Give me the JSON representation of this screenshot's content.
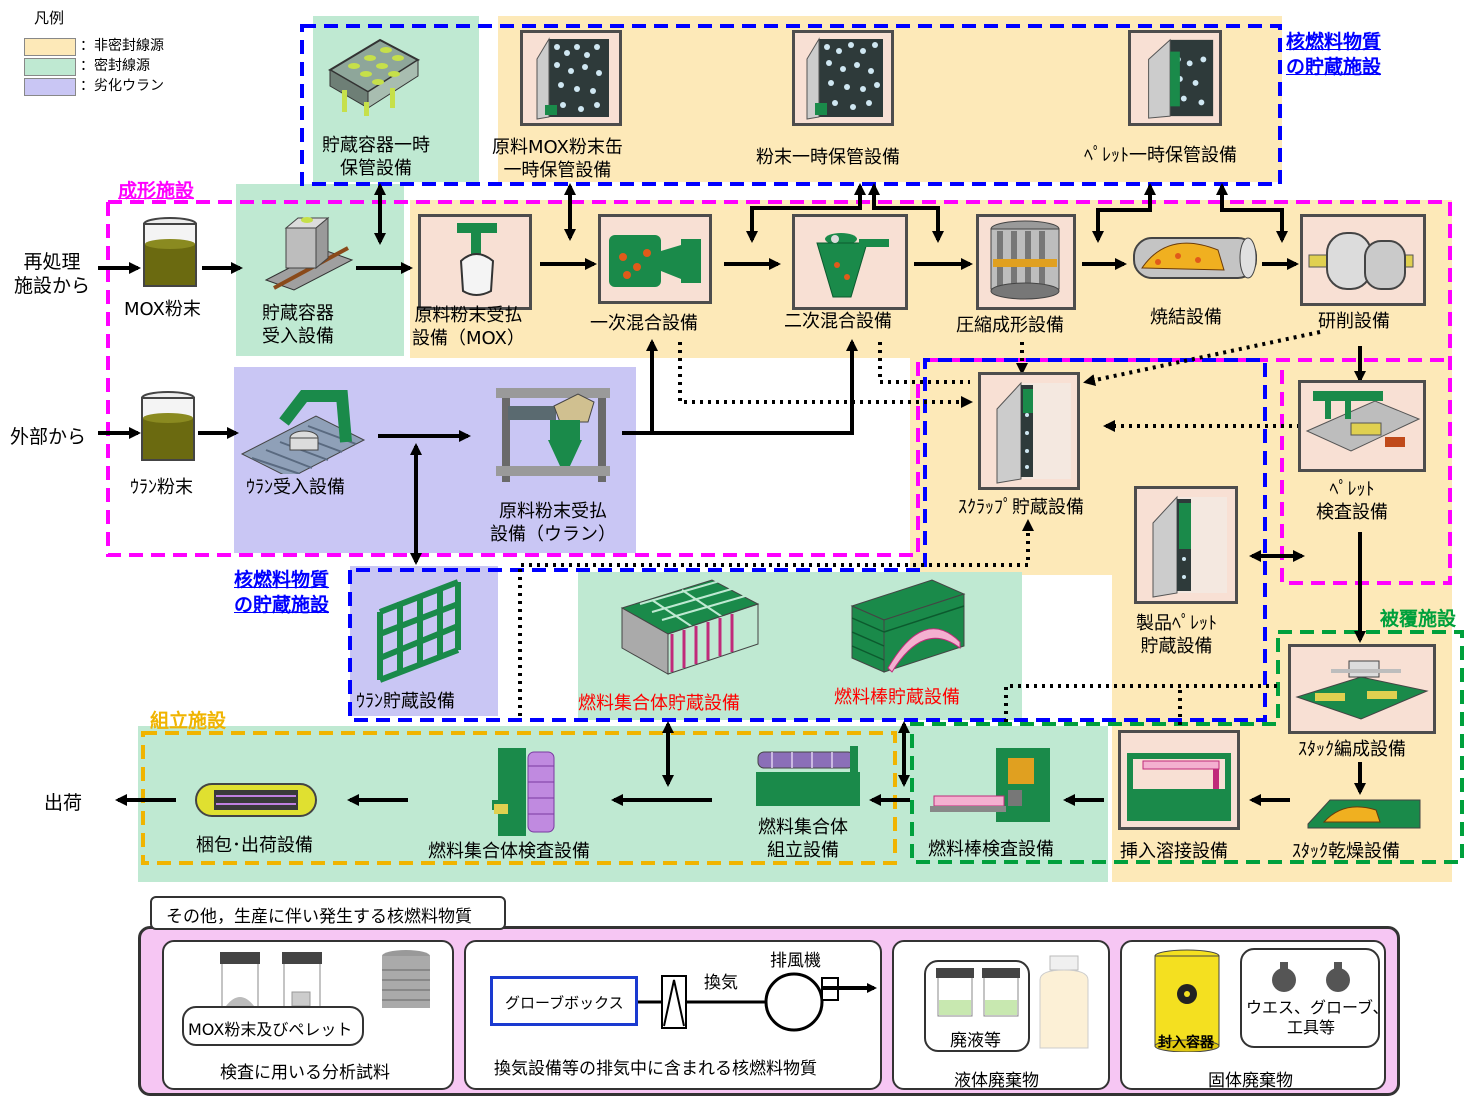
{
  "legend": {
    "title": "凡例",
    "items": [
      {
        "label": "：非密封線源",
        "color": "#fde9b8"
      },
      {
        "label": "：密封線源",
        "color": "#bfe9d2"
      },
      {
        "label": "：劣化ウラン",
        "color": "#c9c6f4"
      }
    ]
  },
  "sources": {
    "reprocessing": "再処理\n施設から",
    "external": "外部から",
    "shipment": "出荷"
  },
  "facilities": {
    "molding": "成形施設",
    "storage_top": "核燃料物質\nの貯蔵施設",
    "storage_mid": "核燃料物質\nの貯蔵施設",
    "cladding": "被覆施設",
    "assembly": "組立施設"
  },
  "equipment": {
    "mox_powder": "MOX粉末",
    "uranium_powder": "ｳﾗﾝ粉末",
    "container_receipt": "貯蔵容器\n受入設備",
    "container_temp": "貯蔵容器一時\n保管設備",
    "raw_mox_can": "原料MOX粉末缶\n一時保管設備",
    "powder_temp": "粉末一時保管設備",
    "pellet_temp": "ﾍﾟﾚｯﾄ一時保管設備",
    "raw_powder_mox": "原料粉末受払\n設備（MOX）",
    "primary_mix": "一次混合設備",
    "secondary_mix": "二次混合設備",
    "compression": "圧縮成形設備",
    "sintering": "焼結設備",
    "grinding": "研削設備",
    "uranium_receipt": "ｳﾗﾝ受入設備",
    "raw_powder_u": "原料粉末受払\n設備（ウラン）",
    "scrap_storage": "ｽｸﾗｯﾌﾟ貯蔵設備",
    "pellet_inspection": "ﾍﾟﾚｯﾄ\n検査設備",
    "product_pellet": "製品ﾍﾟﾚｯﾄ\n貯蔵設備",
    "uranium_storage": "ｳﾗﾝ貯蔵設備",
    "assembly_storage": "燃料集合体貯蔵設備",
    "rod_storage": "燃料棒貯蔵設備",
    "stack_forming": "ｽﾀｯｸ編成設備",
    "stack_drying": "ｽﾀｯｸ乾燥設備",
    "insert_weld": "挿入溶接設備",
    "rod_inspection": "燃料棒検査設備",
    "assembly_build": "燃料集合体\n組立設備",
    "assembly_inspection": "燃料集合体検査設備",
    "packing": "梱包･出荷設備"
  },
  "others": {
    "header": "その他，生産に伴い発生する核燃料物質",
    "box1": {
      "bubble": "MOX粉末及びペレット",
      "caption": "検査に用いる分析試料"
    },
    "box2": {
      "glovebox": "グローブボックス",
      "vent": "換気",
      "fan": "排風機",
      "caption": "換気設備等の排気中に含まれる核燃料物質"
    },
    "box3": {
      "bubble": "廃液等",
      "caption": "液体廃棄物"
    },
    "box4": {
      "drum": "封入容器",
      "bubble": "ウエス、グローブ、\n工具等",
      "caption": "固体廃棄物"
    }
  },
  "colors": {
    "unsealed": "#fde9b8",
    "sealed": "#bfe9d2",
    "depleted": "#c9c6f4",
    "molding_border": "#ff00ff",
    "storage_border": "#0000ff",
    "cladding_border": "#00a03c",
    "assembly_border": "#f0b400",
    "others_bg": "#f6c6f3",
    "red_text": "#ff0000"
  }
}
